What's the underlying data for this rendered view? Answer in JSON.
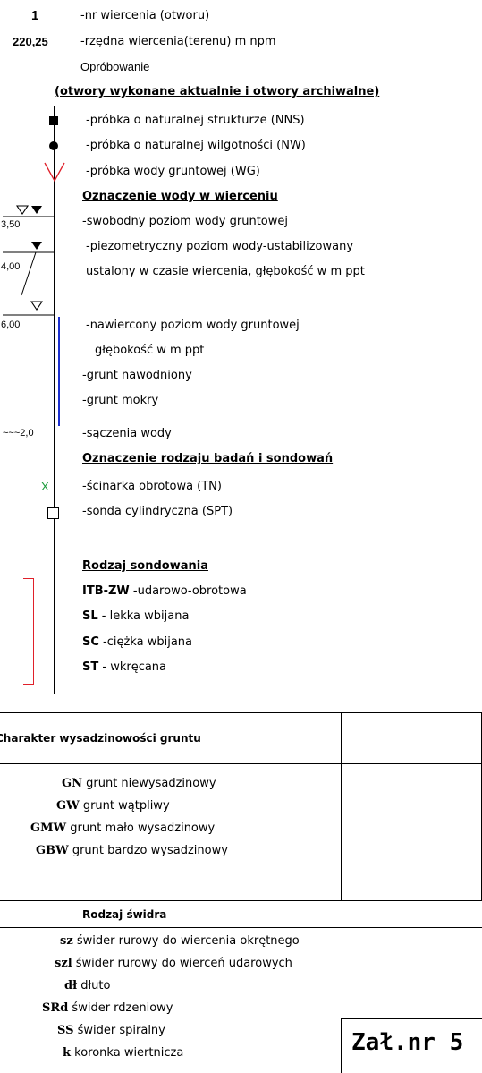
{
  "header": {
    "num_symbol": "1",
    "num_desc": "-nr wiercenia (otworu)",
    "elev_symbol": "220,25",
    "elev_desc": "-rzędna wiercenia(terenu) m npm",
    "sampling_title": "Opróbowanie",
    "sampling_subtitle": "(otwory wykonane aktualnie i otwory archiwalne)"
  },
  "samples": [
    {
      "icon": "square-marker-icon",
      "label": "-próbka o naturalnej strukturze (NNS)"
    },
    {
      "icon": "dot-marker-icon",
      "label": "-próbka o naturalnej wilgotności (NW)"
    },
    {
      "icon": "red-v-marker-icon",
      "label": "-próbka wody gruntowej (WG)"
    }
  ],
  "water": {
    "title": "Oznaczenie wody w wierceniu",
    "free_depth": "3,50",
    "free_label": "-swobodny poziom wody gruntowej",
    "piezo_depth": "4,00",
    "piezo_label_1": "-piezometryczny poziom wody-ustabilizowany",
    "piezo_label_2": "ustalony w czasie wiercenia,  głębokość w m ppt",
    "drilled_depth": "6,00",
    "drilled_label_1": "-nawiercony poziom wody gruntowej",
    "drilled_label_2": "głębokość w m ppt",
    "saturated_label": "-grunt nawodniony",
    "wet_label": "-grunt mokry",
    "seep_depth": "~~~2,0",
    "seep_label": "-sączenia wody"
  },
  "tests": {
    "title": "Oznaczenie rodzaju badań i sondowań",
    "tn_symbol": "X",
    "tn_label": "-ścinarka obrotowa (TN)",
    "spt_label": "-sonda cylindryczna (SPT)"
  },
  "sounding": {
    "title": "Rodzaj sondowania ",
    "items": [
      {
        "code": "ITB-ZW",
        "desc": " -udarowo-obrotowa"
      },
      {
        "code": "SL",
        "desc": " - lekka wbijana"
      },
      {
        "code": "SC",
        "desc": " -ciężka wbijana"
      },
      {
        "code": "ST",
        "desc": " - wkręcana"
      }
    ]
  },
  "frost": {
    "title": "Charakter wysadzinowości gruntu",
    "items": [
      {
        "code": "GN",
        "desc": " grunt niewysadzinowy"
      },
      {
        "code": "GW",
        "desc": " grunt wątpliwy"
      },
      {
        "code": "GMW",
        "desc": " grunt mało wysadzinowy"
      },
      {
        "code": "GBW",
        "desc": " grunt bardzo wysadzinowy"
      }
    ]
  },
  "drill": {
    "title": "Rodzaj świdra",
    "items": [
      {
        "code": "sz",
        "desc": " świder rurowy do wiercenia okrętnego"
      },
      {
        "code": "szl",
        "desc": " świder rurowy do wierceń udarowych"
      },
      {
        "code": "dł",
        "desc": " dłuto"
      },
      {
        "code": "SRd",
        "desc": " świder rdzeniowy"
      },
      {
        "code": "SS",
        "desc": " świder spiralny"
      },
      {
        "code": "k",
        "desc": " koronka wiertnicza"
      }
    ]
  },
  "stamp": "Zał.nr 5",
  "colors": {
    "red": "#e0202a",
    "blue": "#1c2fd0",
    "green": "#1a9a3a"
  }
}
